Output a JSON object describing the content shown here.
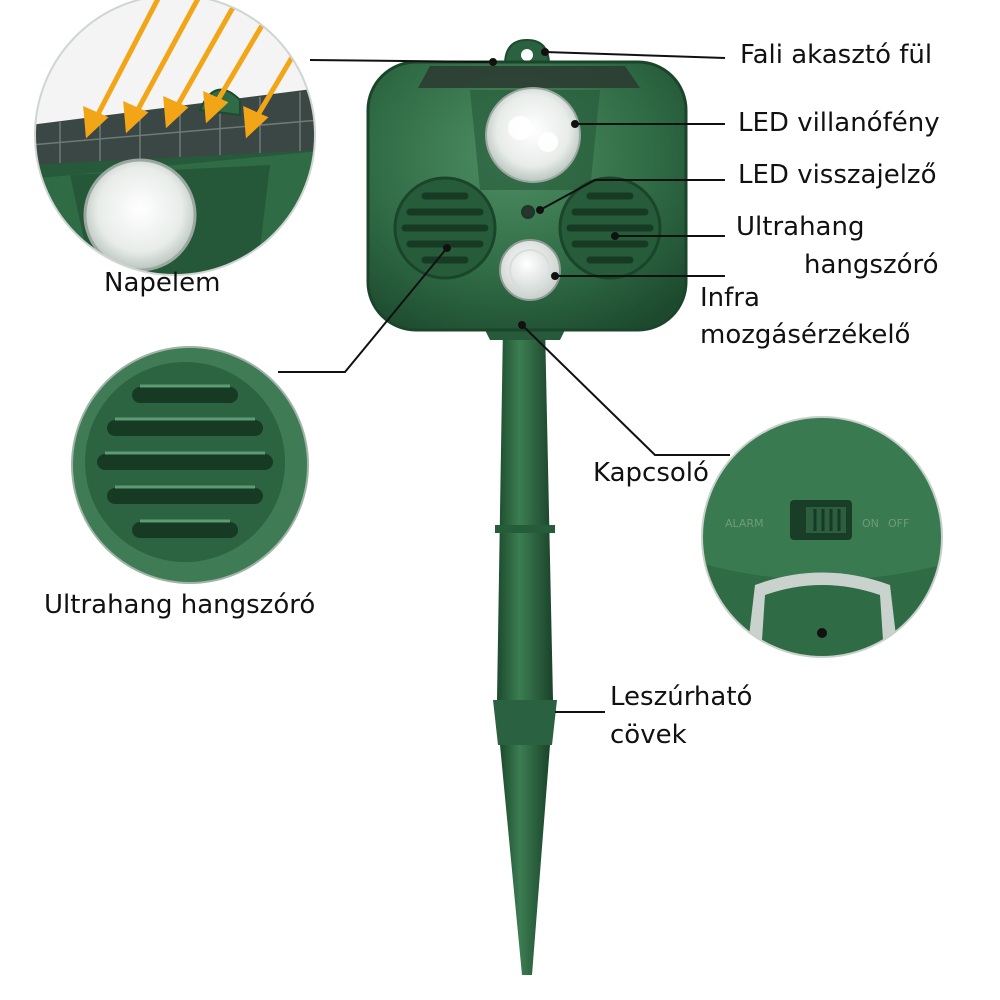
{
  "labels": {
    "wall_hook": "Fali akasztó fül",
    "led_flash": "LED villanófény",
    "led_indicator": "LED visszajelző",
    "ultrasonic_right_line1": "Ultrahang",
    "ultrasonic_right_line2": "hangszóró",
    "infrared_line1": "Infra",
    "infrared_line2": "mozgásérzékelő",
    "solar_panel": "Napelem",
    "ultrasonic_left": "Ultrahang hangszóró",
    "switch": "Kapcsoló",
    "stake_line1": "Leszúrható",
    "stake_line2": "cövek"
  },
  "switch_panel": {
    "alarm": "ALARM",
    "on": "ON",
    "off": "OFF"
  },
  "colors": {
    "body_green": "#2f6b45",
    "dark_green": "#1f4d31",
    "light_green": "#4c8a60",
    "arrow_orange": "#f2a516"
  }
}
